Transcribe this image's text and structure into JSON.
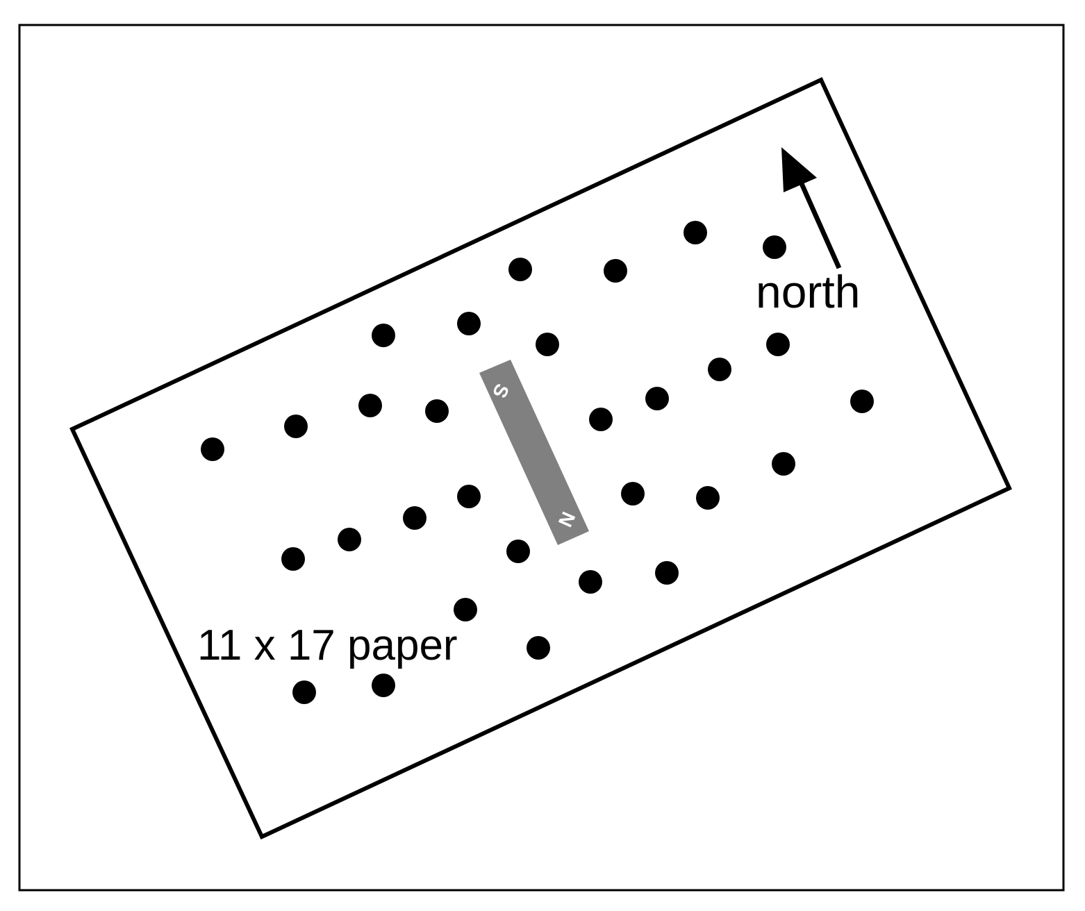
{
  "labels": {
    "north": "north",
    "paper": "11 x 17 paper"
  },
  "magnet": {
    "south_pole": "S",
    "north_pole": "N"
  },
  "colors": {
    "outline": "#000000",
    "magnet": "#808080",
    "magnet_text": "#ffffff",
    "dots": "#000000",
    "background": "#ffffff"
  },
  "icons": {
    "north_arrow": "arrow-up-icon"
  }
}
